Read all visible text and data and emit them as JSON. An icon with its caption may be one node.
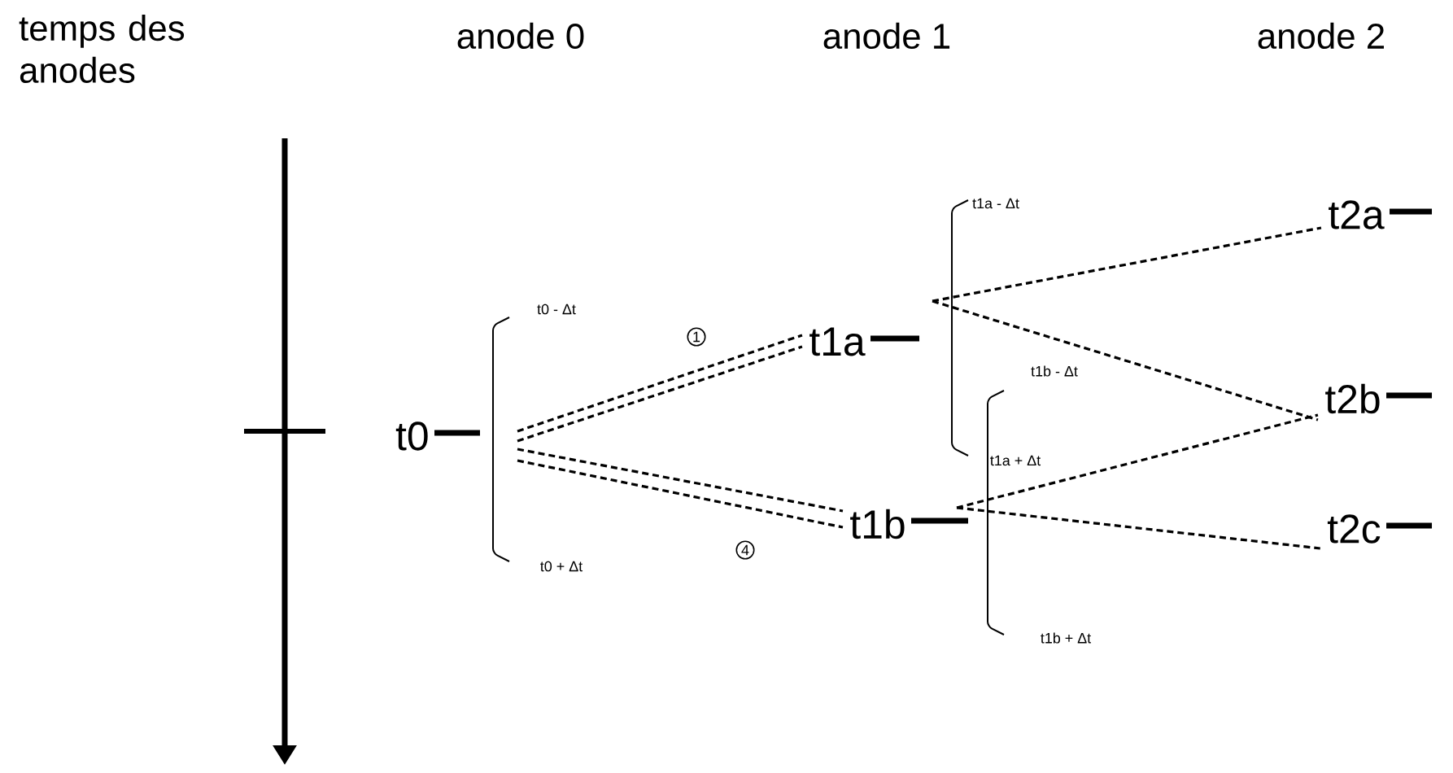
{
  "diagram": {
    "nodes": [
      {
        "text": [
          "t0"
        ]
      },
      {
        "text": [
          "t1a"
        ]
      },
      {
        "text": [
          "t1b"
        ]
      },
      {
        "text": [
          "t2a"
        ]
      },
      {
        "text": [
          "t2b"
        ]
      },
      {
        "text": [
          "t2c"
        ]
      }
    ],
    "edges": [
      {
        "from": 0,
        "to": 1,
        "arrow": "none",
        "style": "dashed"
      },
      {
        "from": 0,
        "to": 1,
        "arrow": "none",
        "style": "dashed"
      },
      {
        "from": 0,
        "to": 2,
        "arrow": "none",
        "style": "dashed"
      },
      {
        "from": 0,
        "to": 2,
        "arrow": "none",
        "style": "dashed"
      },
      {
        "from": 1,
        "to": 3,
        "arrow": "none",
        "style": "dashed"
      },
      {
        "from": 1,
        "to": 4,
        "arrow": "none",
        "style": "dashed"
      },
      {
        "from": 2,
        "to": 4,
        "arrow": "none",
        "style": "dashed"
      },
      {
        "from": 2,
        "to": 5,
        "arrow": "none",
        "style": "dashed"
      }
    ],
    "labels": [
      "temps des anodes",
      "anode 0",
      "anode 1",
      "anode 2",
      "t0 - Δt",
      "1",
      "t1a - Δt",
      "t1b - Δt",
      "t1a + Δt",
      "4",
      "t0 + Δt",
      "t1b + Δt"
    ]
  }
}
